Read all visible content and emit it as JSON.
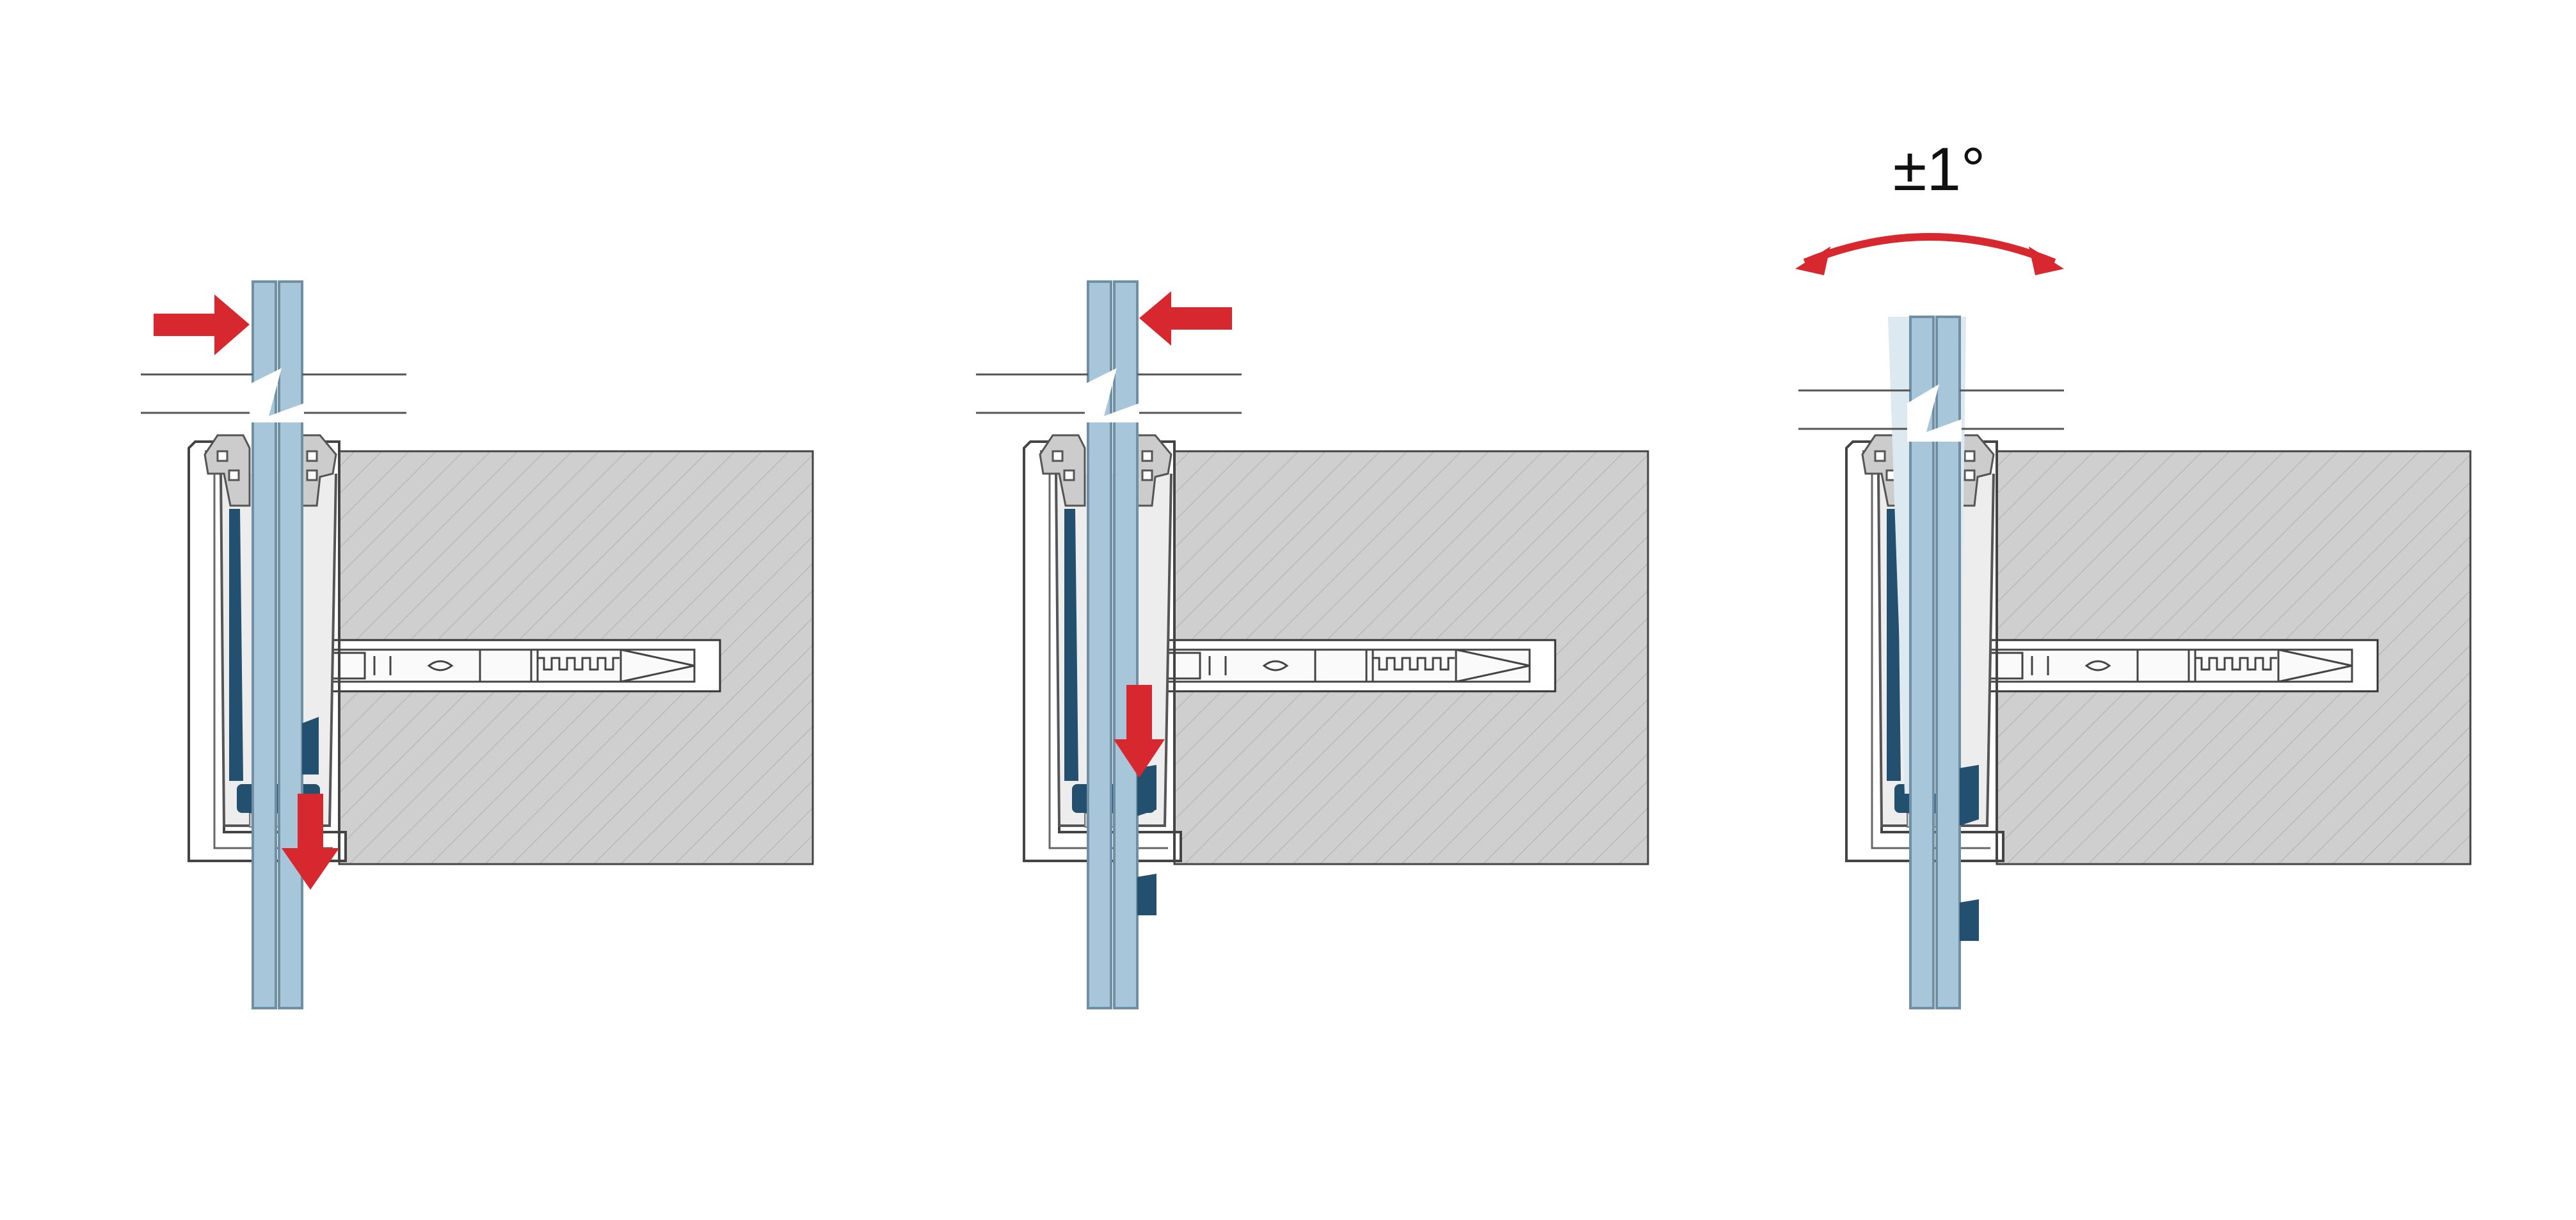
{
  "angle_label": "±1°",
  "colors": {
    "glass": "#a7c6d9",
    "glass_edge": "#6f8fa5",
    "gasket": "#24506f",
    "arrow": "#d7282f",
    "wall": "#cfcfcf",
    "profile": "#ffffff",
    "profile_line": "#555555"
  },
  "panels": [
    {
      "name": "panel-step-1",
      "arrows": [
        "right-arrow",
        "down-arrow"
      ]
    },
    {
      "name": "panel-step-2",
      "arrows": [
        "left-arrow",
        "down-arrow"
      ]
    },
    {
      "name": "panel-step-3",
      "arrows": [
        "double-curved-arrow"
      ]
    }
  ]
}
